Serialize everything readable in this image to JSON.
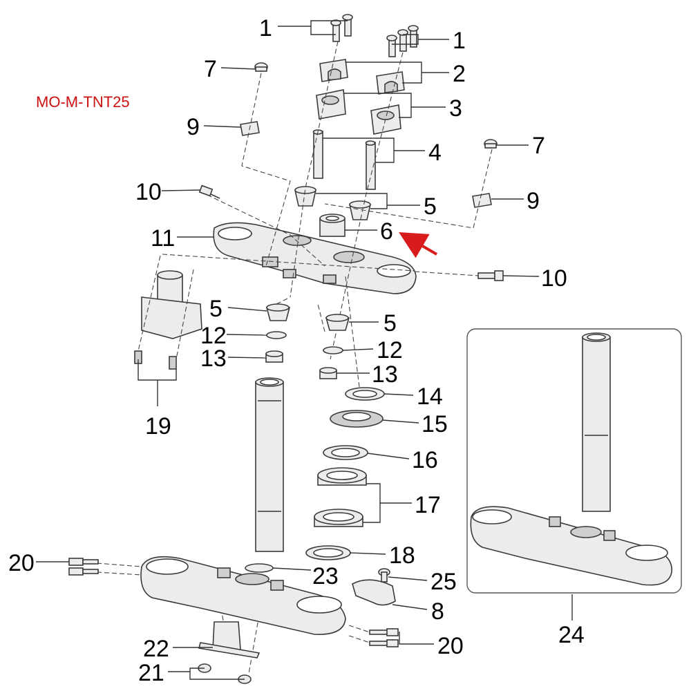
{
  "model_code": "MO-M-TNT25",
  "accent_color": "#cc1111",
  "callouts": {
    "c1a": "1",
    "c1b": "1",
    "c2": "2",
    "c3": "3",
    "c4": "4",
    "c5a": "5",
    "c5b": "5",
    "c5c": "5",
    "c6": "6",
    "c7a": "7",
    "c7b": "7",
    "c8": "8",
    "c9a": "9",
    "c9b": "9",
    "c10a": "10",
    "c10b": "10",
    "c11": "11",
    "c12a": "12",
    "c12b": "12",
    "c13a": "13",
    "c13b": "13",
    "c14": "14",
    "c15": "15",
    "c16": "16",
    "c17": "17",
    "c18": "18",
    "c19": "19",
    "c20a": "20",
    "c20b": "20",
    "c21": "21",
    "c22": "22",
    "c23": "23",
    "c24": "24",
    "c25": "25"
  }
}
